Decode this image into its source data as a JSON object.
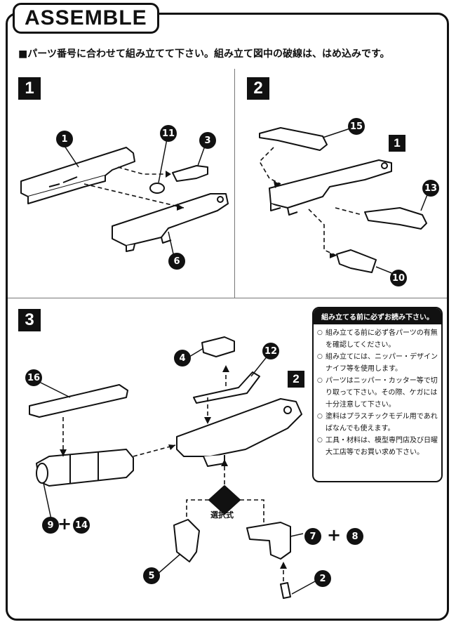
{
  "title": "ASSEMBLE",
  "instruction": "■パーツ番号に合わせて組み立てて下さい。組み立て図中の破線は、はめ込みです。",
  "steps": {
    "s1": "1",
    "s2": "2",
    "s3": "3"
  },
  "parts": {
    "p1": "1",
    "p11": "11",
    "p3": "3",
    "p6": "6",
    "p15": "15",
    "p13": "13",
    "p10": "10",
    "p4": "4",
    "p12": "12",
    "p16": "16",
    "p9": "9",
    "p14": "14",
    "p5": "5",
    "p7": "7",
    "p8": "8",
    "p2": "2"
  },
  "box_labels": {
    "step2_ref": "1",
    "step3_ref": "2"
  },
  "plus": "+",
  "choice_label": "選択式",
  "notice": {
    "heading": "組み立てる前に必ずお読み下さい。",
    "items": [
      "組み立てる前に必ず各パーツの有無を確認してください。",
      "組み立てには、ニッパー・デザインナイフ等を使用します。",
      "パーツはニッパー・カッター等で切り取って下さい。その際、ケガには十分注意して下さい。",
      "塗料はプラスチックモデル用であればなんでも使えます。",
      "工具・材料は、模型専門店及び日曜大工店等でお買い求め下さい。"
    ]
  }
}
